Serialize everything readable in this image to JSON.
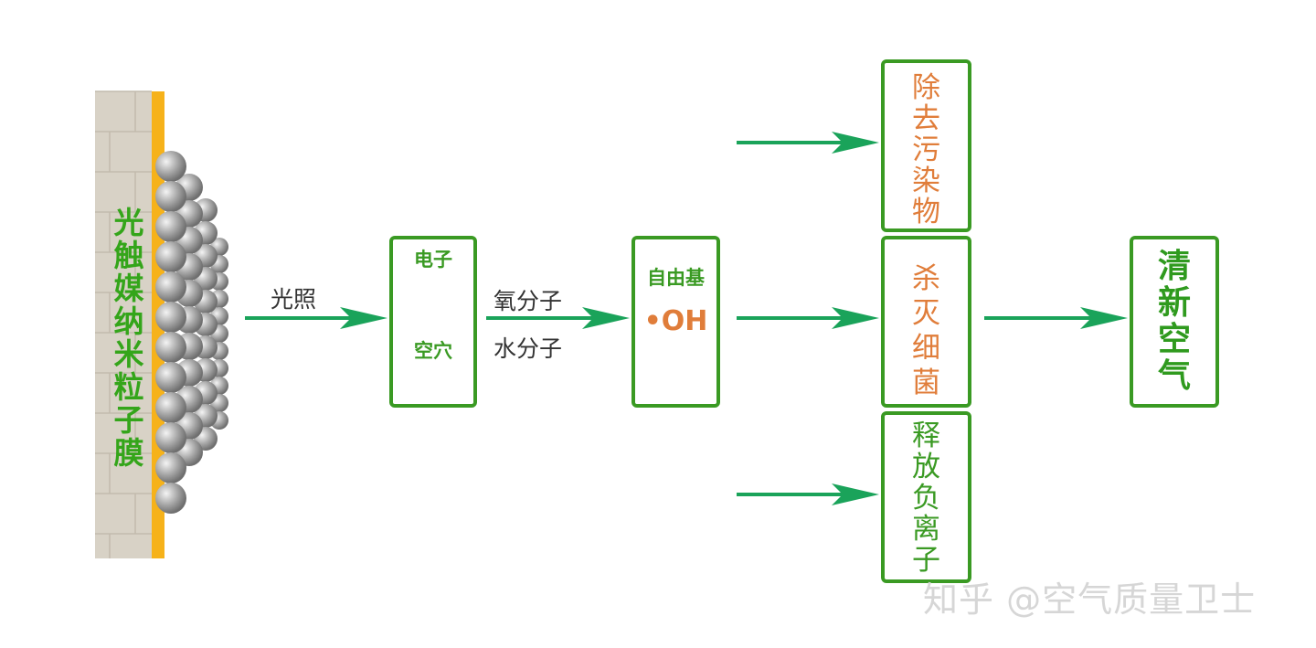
{
  "film_label": [
    "光",
    "触",
    "媒",
    "纳",
    "米",
    "粒",
    "子",
    "膜"
  ],
  "light_label": "光照",
  "charge_box": {
    "electron_label": "电子",
    "hole_label": "空穴"
  },
  "molecule_labels": [
    "氧分子",
    "水分子"
  ],
  "radical_box": {
    "title": "自由基",
    "formula": "•OH"
  },
  "effects": [
    {
      "chars": [
        "除",
        "去",
        "污",
        "染",
        "物"
      ],
      "color": "#e07d3a"
    },
    {
      "chars": [
        "杀",
        "灭",
        "细",
        "菌"
      ],
      "color": "#e07d3a"
    },
    {
      "chars": [
        "释",
        "放",
        "负",
        "离",
        "子"
      ],
      "color": "#3a9a23"
    }
  ],
  "result": [
    "清",
    "新",
    "空",
    "气"
  ],
  "watermark": "知乎 @空气质量卫士",
  "colors": {
    "green_border": "#3a9a23",
    "arrow_green": "#1aa35a",
    "film_yellow": "#f6b21a",
    "wall_gray": "#d8d2c6",
    "orange_text": "#e07d3a"
  },
  "icons": [
    "minus-circle-icon",
    "plus-circle-icon",
    "orange-ball-icon",
    "arrow-right-icon",
    "nanoparticle-sphere-icon"
  ]
}
